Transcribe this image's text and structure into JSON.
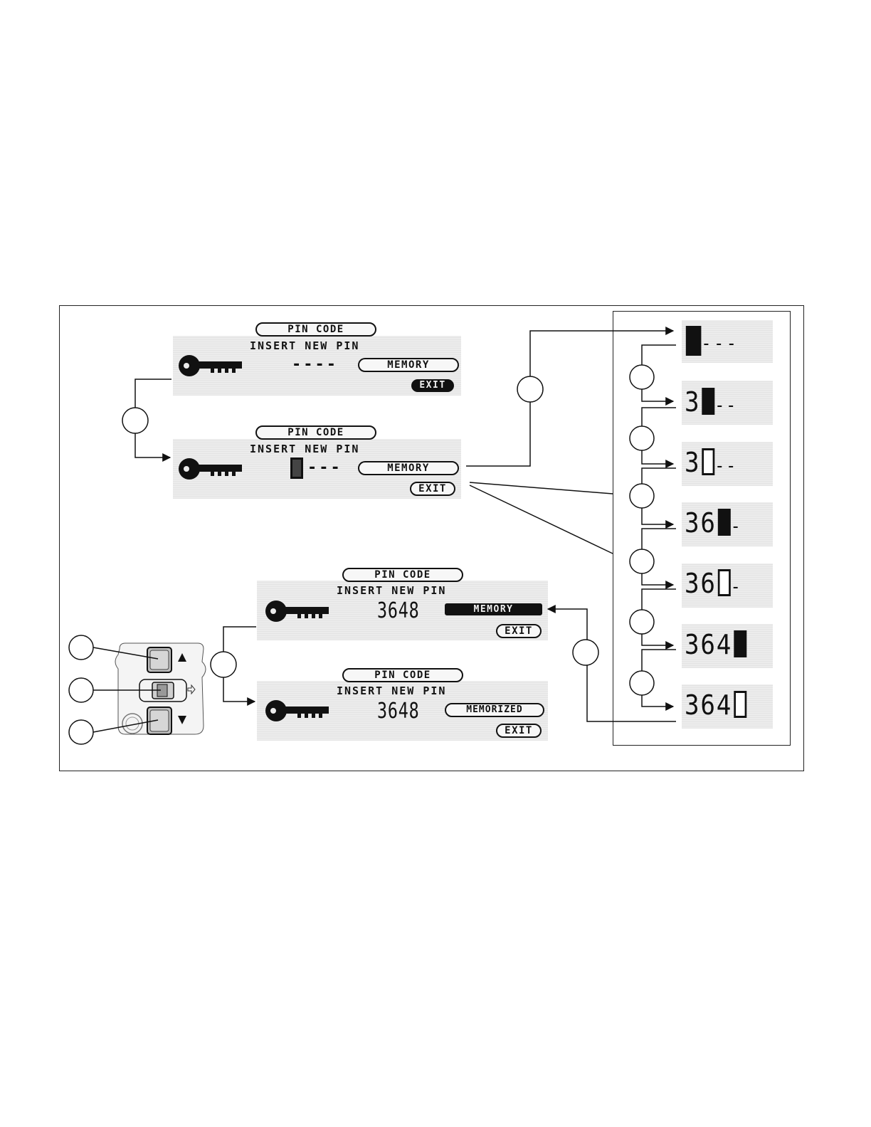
{
  "screens": {
    "screen1": {
      "title": "PIN CODE",
      "subtitle": "INSERT NEW PIN",
      "code": "----",
      "memory_label": "MEMORY",
      "exit_label": "EXIT"
    },
    "screen2": {
      "title": "PIN CODE",
      "subtitle": "INSERT NEW PIN",
      "code": "---",
      "memory_label": "MEMORY",
      "exit_label": "EXIT"
    },
    "screen3": {
      "title": "PIN CODE",
      "subtitle": "INSERT NEW PIN",
      "code": "3648",
      "memory_label": "MEMORY",
      "exit_label": "EXIT"
    },
    "screen4": {
      "title": "PIN CODE",
      "subtitle": "INSERT NEW PIN",
      "code": "3648",
      "memory_label": "MEMORIZED",
      "exit_label": "EXIT"
    }
  },
  "digit_steps": [
    {
      "shown": "",
      "rest": "---"
    },
    {
      "shown": "3",
      "rest": "--"
    },
    {
      "shown": "3",
      "rest": "--"
    },
    {
      "shown": "36",
      "rest": "-"
    },
    {
      "shown": "36",
      "rest": "-"
    },
    {
      "shown": "364",
      "rest": ""
    },
    {
      "shown": "364",
      "rest": ""
    }
  ],
  "icons": [
    "key-icon",
    "up-arrow-icon",
    "down-arrow-icon",
    "right-arrow-icon"
  ]
}
